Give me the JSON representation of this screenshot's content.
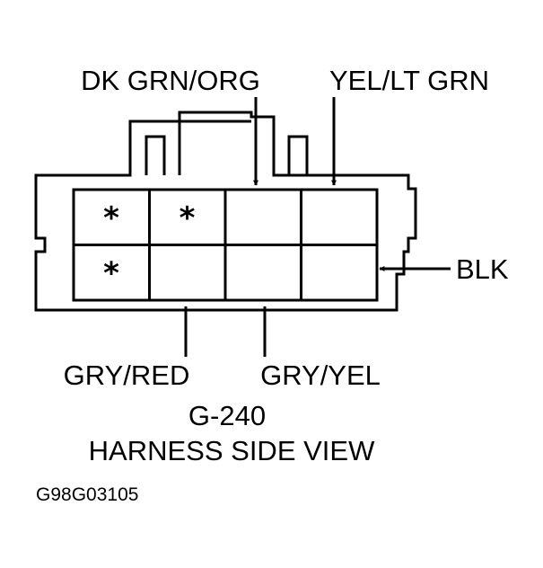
{
  "connector": {
    "id": "G-240",
    "view": "HARNESS SIDE VIEW",
    "rows": [
      [
        {
          "mark": "*"
        },
        {
          "mark": "*"
        },
        {
          "mark": ""
        },
        {
          "mark": ""
        }
      ],
      [
        {
          "mark": "*"
        },
        {
          "mark": ""
        },
        {
          "mark": ""
        },
        {
          "mark": ""
        }
      ]
    ]
  },
  "wires": {
    "dk_grn_org": "DK GRN/ORG",
    "yel_lt_grn": "YEL/LT GRN",
    "blk": "BLK",
    "gry_red": "GRY/RED",
    "gry_yel": "GRY/YEL"
  },
  "figure_code": "G98G03105",
  "colors": {
    "ink": "#000000",
    "background": "#ffffff"
  }
}
